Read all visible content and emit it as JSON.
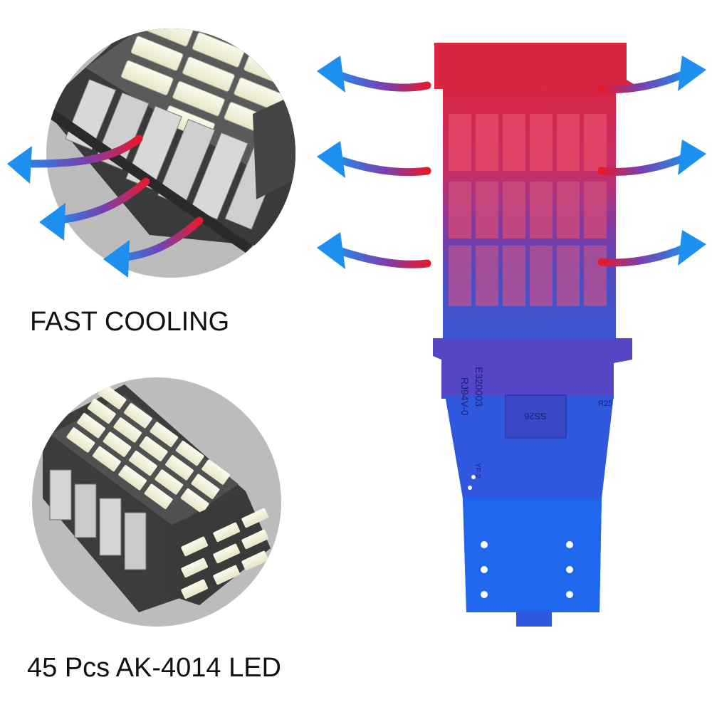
{
  "captions": {
    "cooling": "FAST COOLING",
    "led": "45 Pcs AK-4014 LED"
  },
  "pcb_markings": {
    "model": "E320003",
    "part": "RJ94V-0",
    "chip": "SS26",
    "resistor": "R25",
    "code": "YF-2"
  },
  "led_counts": {
    "main_face_grid": "6x3",
    "total_leds": 45
  },
  "colors": {
    "hot": "#e8243c",
    "cool": "#2a8fe8",
    "bulb_top": "#d8243a",
    "bulb_bottom": "#1f57e6",
    "circle_bg": "#bdbdbd"
  },
  "icons": [
    "hot-air-arrow-icon",
    "cool-air-arrow-icon"
  ]
}
